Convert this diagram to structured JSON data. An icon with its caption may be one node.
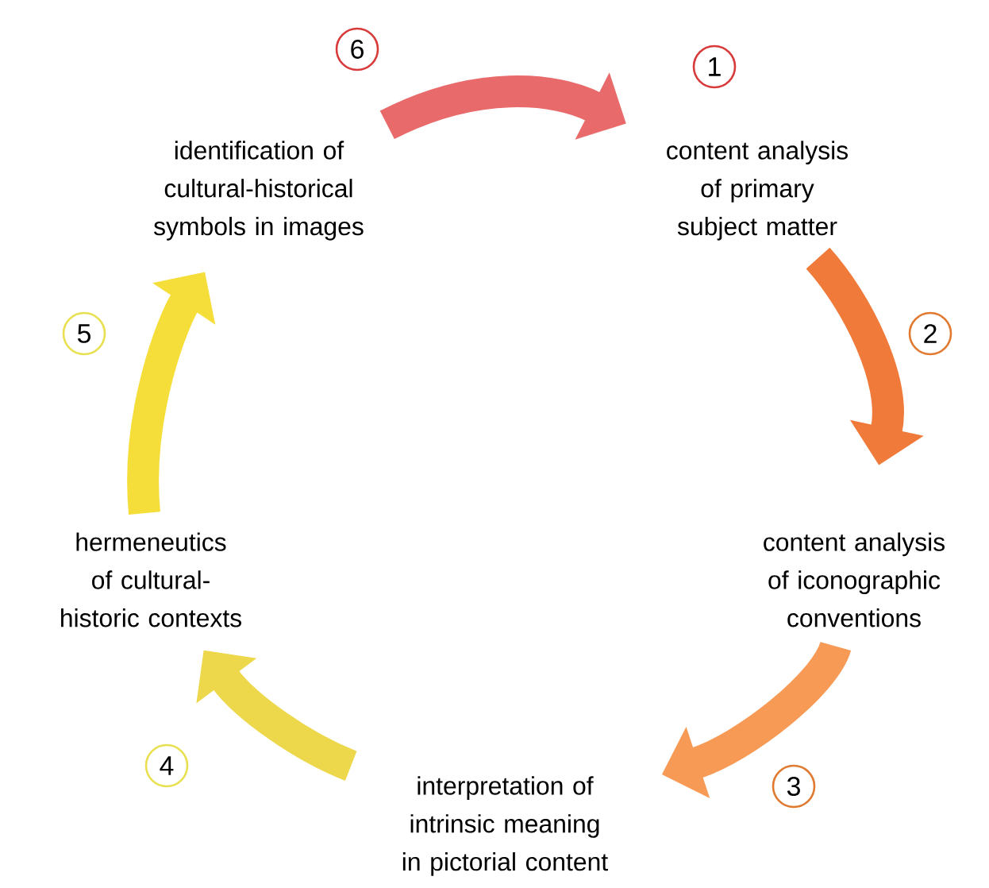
{
  "diagram": {
    "nodes": [
      {
        "text": [
          "1"
        ]
      },
      {
        "text": [
          "content analysis of primary subject matter"
        ]
      },
      {
        "text": [
          "2"
        ]
      },
      {
        "text": [
          "content analysis of iconographic conventions"
        ]
      },
      {
        "text": [
          "3"
        ]
      },
      {
        "text": [
          "interpretation of intrinsic meaning in pictorial content"
        ]
      },
      {
        "text": [
          "4"
        ]
      },
      {
        "text": [
          "hermeneutics of cultural-historic contexts"
        ]
      },
      {
        "text": [
          "5"
        ]
      },
      {
        "text": [
          "identification of cultural-historical symbols in images"
        ]
      },
      {
        "text": [
          "6"
        ]
      }
    ],
    "edges": [
      {
        "from": 9,
        "to": 1,
        "arrow": "to",
        "color": "#e96a6a"
      },
      {
        "from": 1,
        "to": 3,
        "arrow": "to",
        "color": "#f07a3a"
      },
      {
        "from": 3,
        "to": 5,
        "arrow": "to",
        "color": "#f79a55"
      },
      {
        "from": 5,
        "to": 7,
        "arrow": "to",
        "color": "#ecd84a"
      },
      {
        "from": 7,
        "to": 9,
        "arrow": "to",
        "color": "#f6de3a"
      }
    ]
  }
}
